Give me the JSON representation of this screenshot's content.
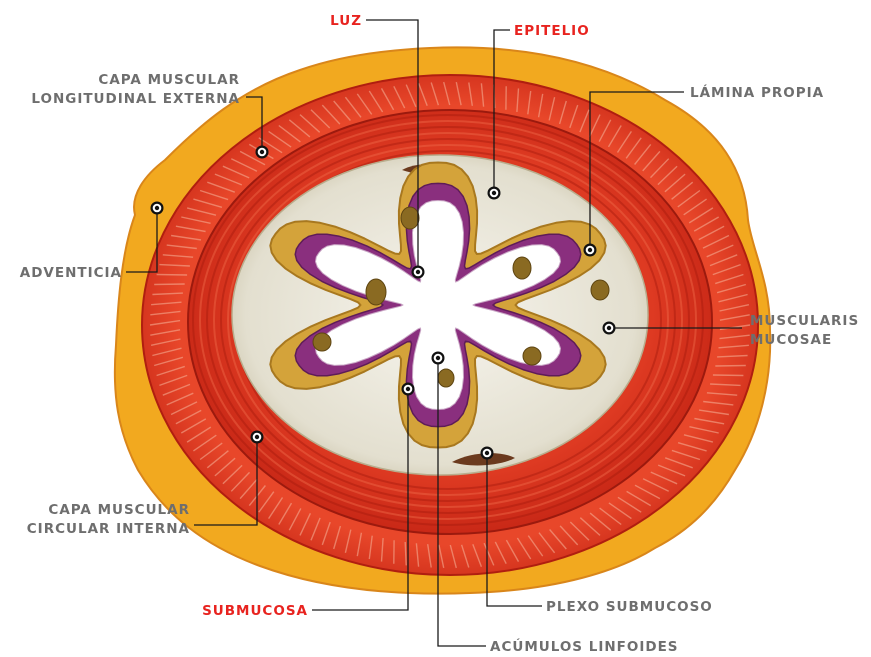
{
  "labels": {
    "luz": "LUZ",
    "epitelio": "EPITELIO",
    "capa_longitudinal_1": "CAPA MUSCULAR",
    "capa_longitudinal_2": "LONGITUDINAL EXTERNA",
    "lamina_propia": "LÁMINA PROPIA",
    "adventicia": "ADVENTICIA",
    "muscularis_1": "MUSCULARIS",
    "muscularis_2": "MUCOSAE",
    "capa_circular_1": "CAPA MUSCULAR",
    "capa_circular_2": "CIRCULAR INTERNA",
    "submucosa": "SUBMUCOSA",
    "plexo": "PLEXO SUBMUCOSO",
    "acumulos": "ACÚMULOS LINFOIDES"
  },
  "colors": {
    "highlight_label": "#e8231f",
    "label": "#6e6e6e",
    "adventitia": "#f2a51f",
    "muscle": "#d92e1b",
    "submucosa": "#ebe8dc",
    "lamina_propria": "#d4a33a",
    "epithelium": "#8a2f7e",
    "lumen": "#ffffff"
  }
}
